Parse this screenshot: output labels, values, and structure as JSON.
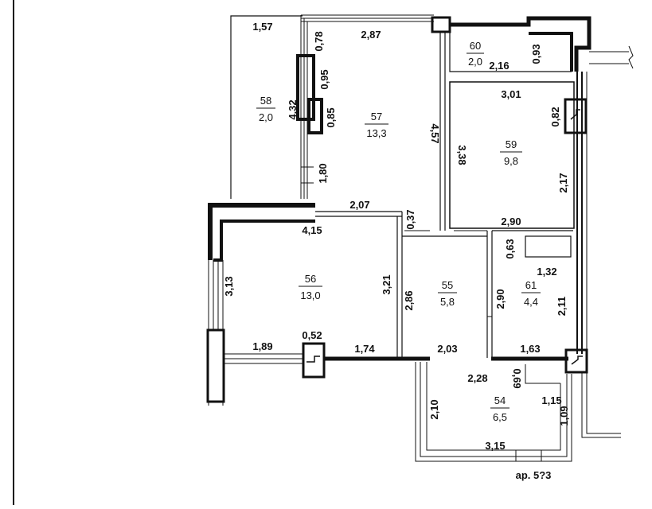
{
  "rooms": [
    {
      "id": "54",
      "area": "6,5"
    },
    {
      "id": "55",
      "area": "5,8"
    },
    {
      "id": "56",
      "area": "13,0"
    },
    {
      "id": "57",
      "area": "13,3"
    },
    {
      "id": "58",
      "area": "2,0"
    },
    {
      "id": "59",
      "area": "9,8"
    },
    {
      "id": "60",
      "area": "2,0"
    },
    {
      "id": "61",
      "area": "4,4"
    }
  ],
  "dimensions": [
    "1,57",
    "2,87",
    "0,78",
    "0,95",
    "4,32",
    "0,85",
    "1,80",
    "4,57",
    "2,07",
    "0,37",
    "4,15",
    "3,13",
    "3,21",
    "2,86",
    "2,90",
    "0,63",
    "1,32",
    "2,11",
    "1,89",
    "0,52",
    "1,74",
    "2,03",
    "1,63",
    "2,28",
    "0,69",
    "1,15",
    "1,09",
    "2,10",
    "3,15",
    "3,38",
    "3,01",
    "2,16",
    "0,93",
    "0,82",
    "2,17",
    "2,90"
  ],
  "footer_label": "ар. 5?3",
  "colors": {
    "line": "#111111",
    "background": "#ffffff"
  }
}
